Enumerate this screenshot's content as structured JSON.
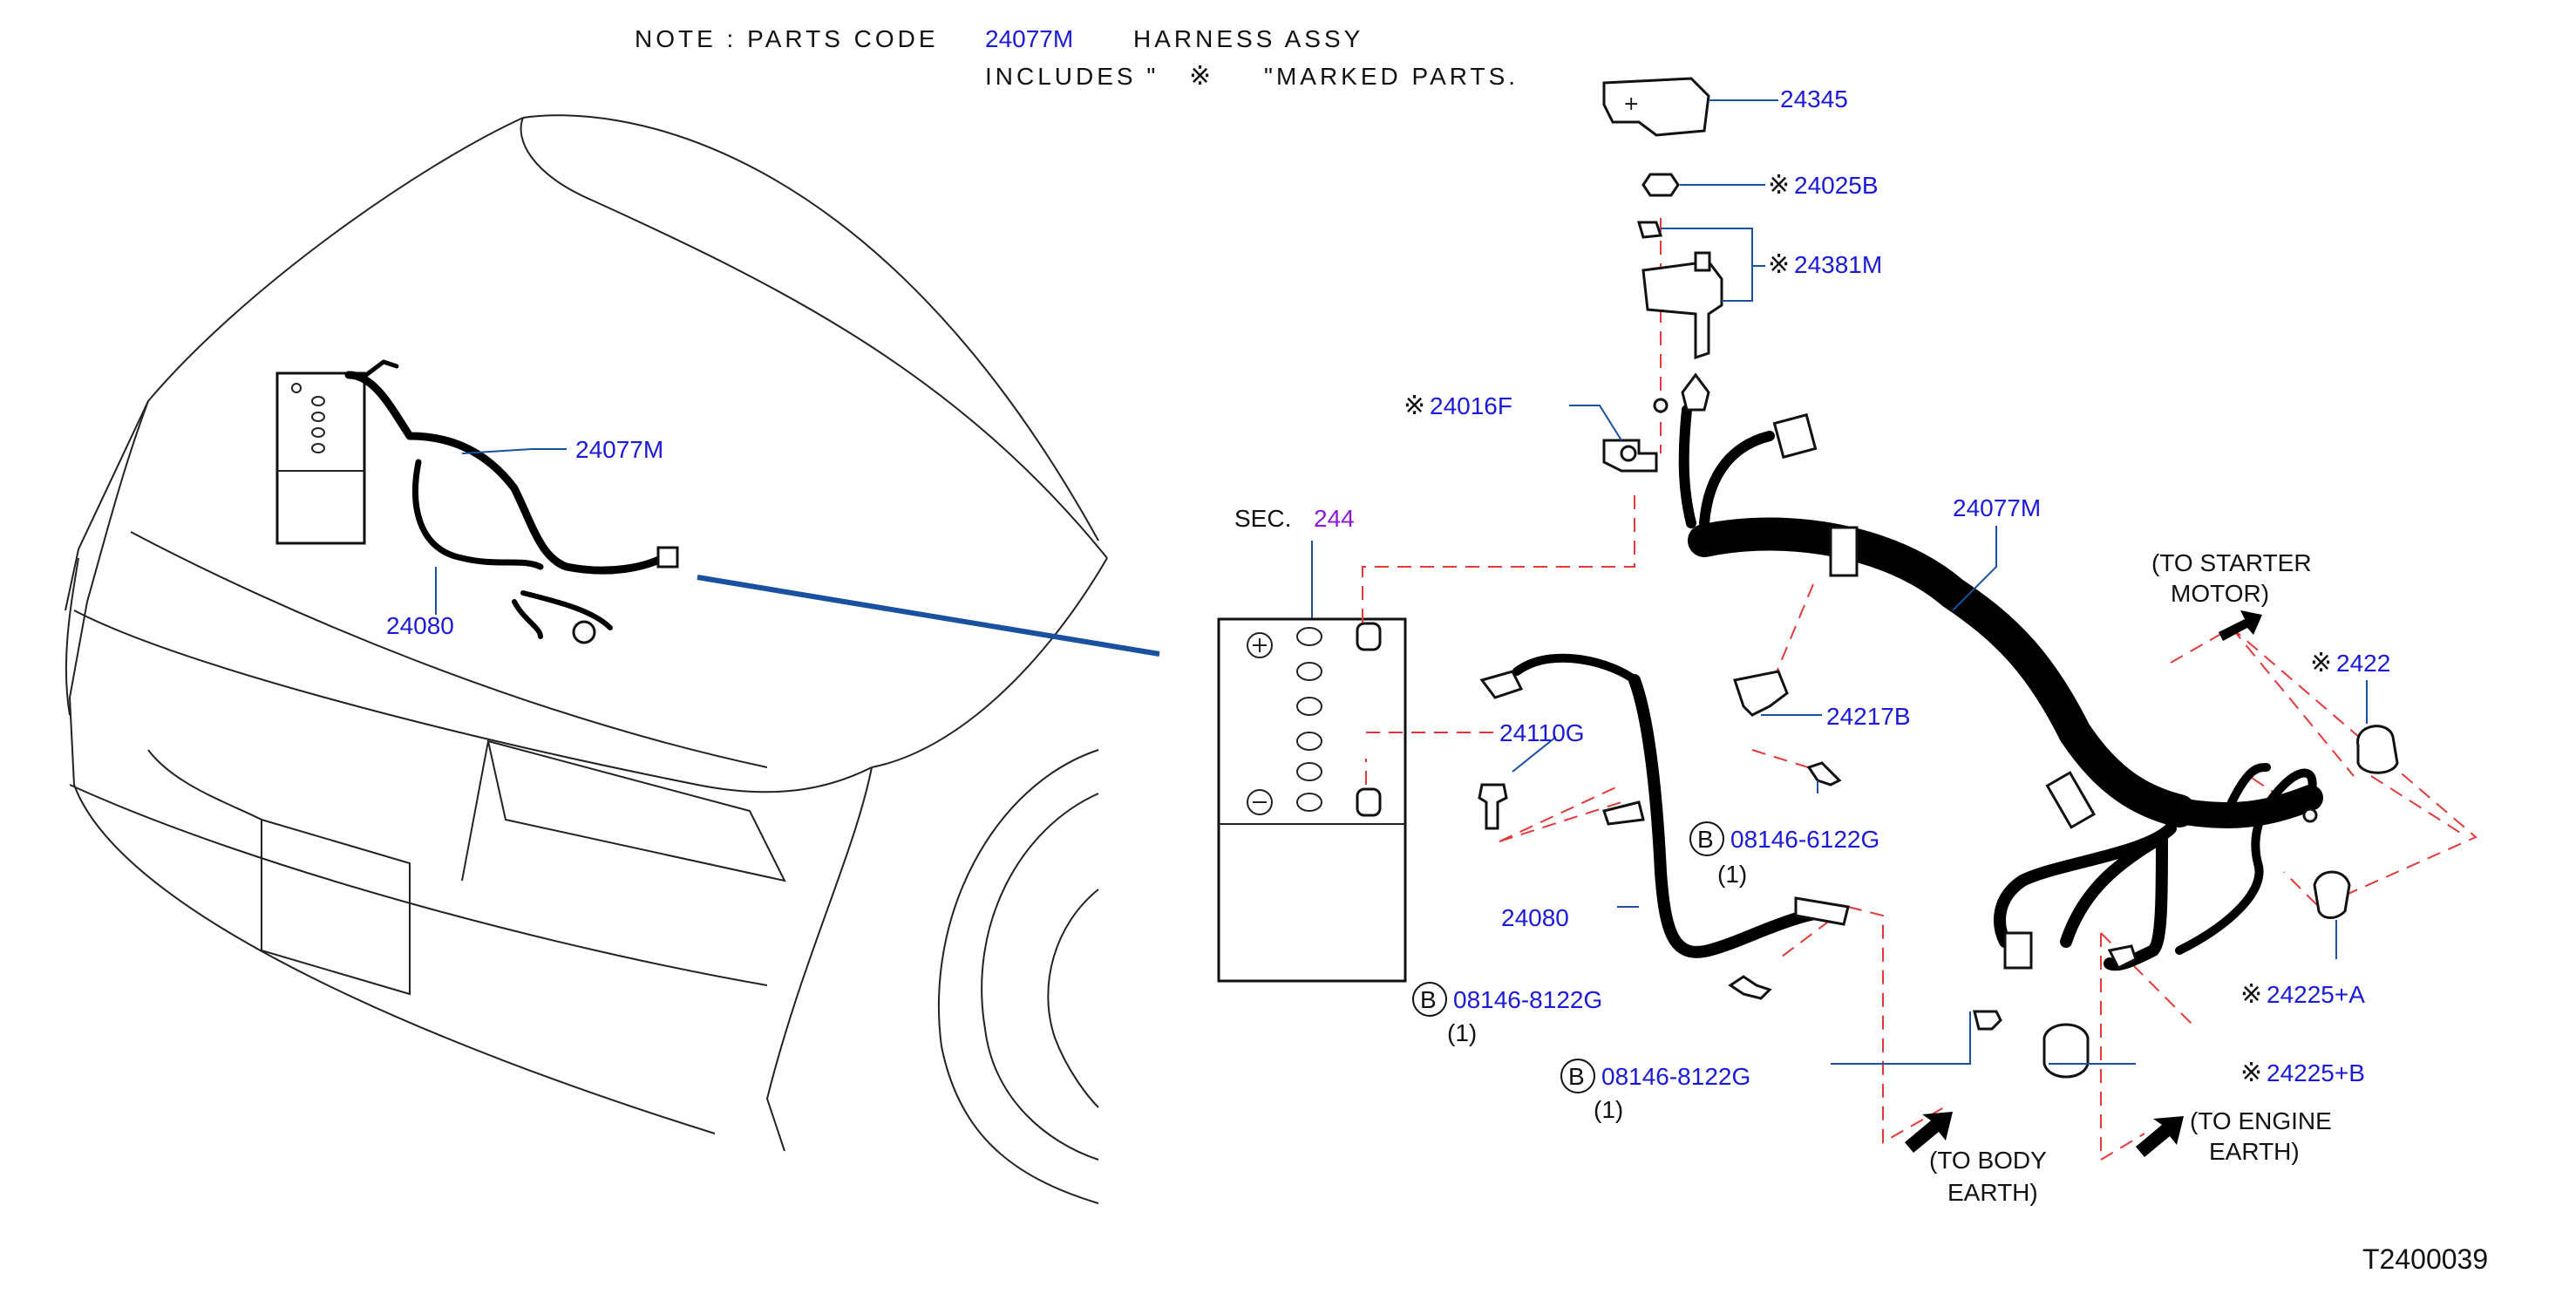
{
  "note": {
    "line1_prefix": "NOTE : PARTS CODE",
    "line1_code": "24077M",
    "line1_suffix": "HARNESS ASSY",
    "line2_prefix": "INCLUDES \"",
    "line2_suffix": "\"MARKED PARTS."
  },
  "marker_symbol": "※",
  "section": {
    "prefix": "SEC.",
    "number": "244"
  },
  "parts": {
    "p24345": "24345",
    "p24025B": "24025B",
    "p24381M": "24381M",
    "p24016F": "24016F",
    "p24077M_main": "24077M",
    "p24077M_overview": "24077M",
    "p24080_overview": "24080",
    "p24080_main": "24080",
    "p24110G": "24110G",
    "p24217B": "24217B",
    "p24225_top": "2422",
    "p24225A": "24225+A",
    "p24225B": "24225+B"
  },
  "bolts": [
    {
      "circle": "B",
      "code": "08146-6122G",
      "qty": "(1)"
    },
    {
      "circle": "B",
      "code": "08146-8122G",
      "qty": "(1)"
    },
    {
      "circle": "B",
      "code": "08146-8122G",
      "qty": "(1)"
    }
  ],
  "destinations": {
    "starter_line1": "(TO STARTER",
    "starter_line2": "MOTOR)",
    "body_line1": "(TO BODY",
    "body_line2": "EARTH)",
    "engine_line1": "(TO ENGINE",
    "engine_line2": "EARTH)"
  },
  "diagram_id": "T2400039",
  "colors": {
    "label_blue": "#1a1ad8",
    "section_purple": "#8a1ad8",
    "leader_blue": "#1a50a0",
    "dashed_red": "#e23a3a"
  }
}
